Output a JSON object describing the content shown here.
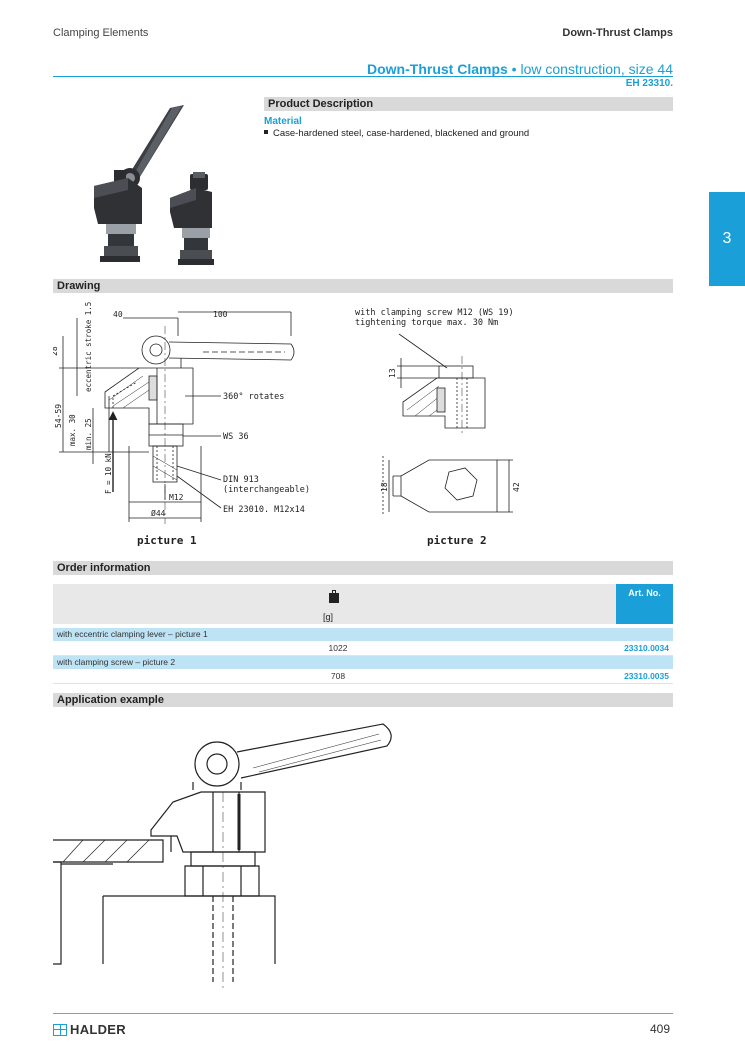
{
  "header": {
    "left": "Clamping Elements",
    "right": "Down-Thrust Clamps"
  },
  "title": {
    "main": "Down-Thrust Clamps",
    "bullet": "•",
    "sub": "low construction, size 44",
    "code": "EH 23310."
  },
  "side_tab": "3",
  "product_description": {
    "heading": "Product Description",
    "material_label": "Material",
    "material_text": "Case-hardened steel, case-hardened, blackened and ground"
  },
  "drawing": {
    "heading": "Drawing",
    "dim_40": "40",
    "dim_100": "100",
    "dim_28": "28",
    "dim_eccentric": "eccentric stroke 1.5",
    "dim_54_59": "54-59",
    "dim_max30": "max. 30",
    "dim_min25": "min. 25",
    "force": "F = 10 kN",
    "rotates": "360° rotates",
    "ws36": "WS 36",
    "din913": "DIN 913",
    "interchangeable": "(interchangeable)",
    "m12": "M12",
    "dia44": "Ø44",
    "eh_screw": "EH 23010. M12x14",
    "screw_note_1": "with clamping screw M12 (WS 19)",
    "screw_note_2": "tightening torque max. 30 Nm",
    "dim_13": "13",
    "dim_18": "18",
    "dim_42": "42",
    "picture1": "picture 1",
    "picture2": "picture 2"
  },
  "order": {
    "heading": "Order information",
    "weight_unit": "[g]",
    "artno_label": "Art. No.",
    "icons": {
      "weight": "weight-icon"
    },
    "rows": [
      {
        "group": "with eccentric clamping lever – picture 1",
        "weight": "1022",
        "art_no": "23310.0034"
      },
      {
        "group": "with clamping screw – picture 2",
        "weight": "708",
        "art_no": "23310.0035"
      }
    ]
  },
  "application": {
    "heading": "Application example"
  },
  "footer": {
    "brand": "HALDER",
    "page": "409"
  },
  "colors": {
    "accent": "#1a9fd8",
    "bar": "#d9d9d9",
    "row_highlight": "#bde3f5"
  }
}
